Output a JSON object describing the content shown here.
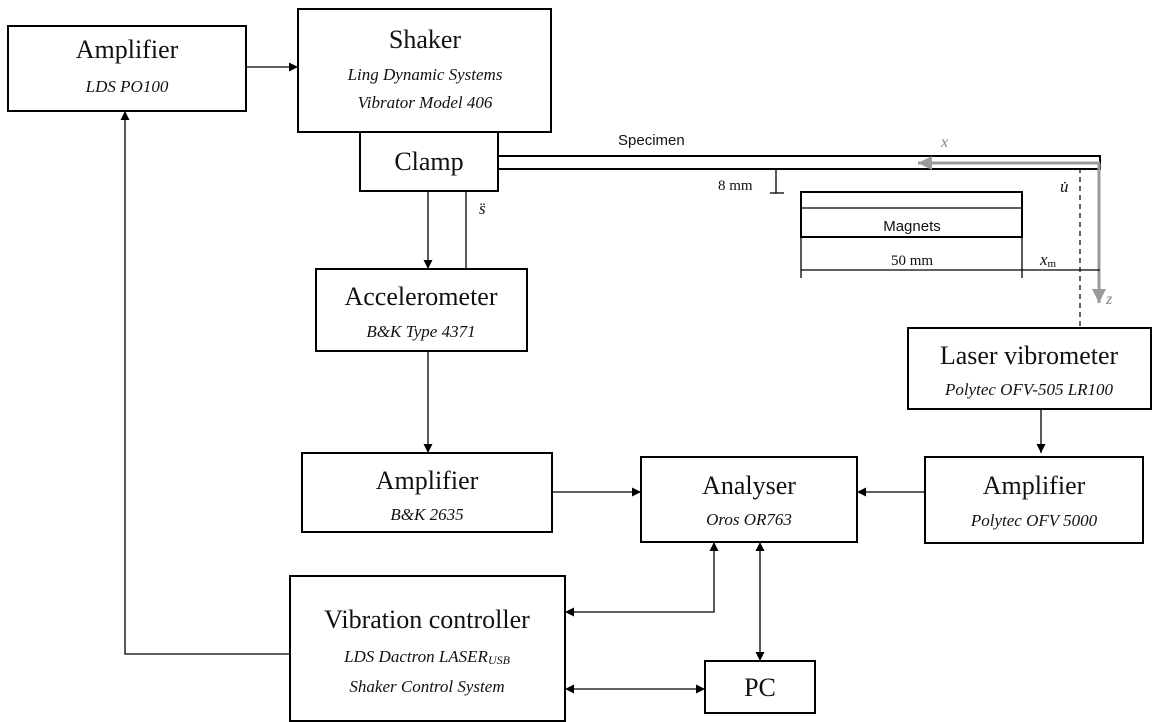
{
  "blocks": {
    "amp_lds": {
      "title": "Amplifier",
      "sub1": "LDS PO100"
    },
    "shaker": {
      "title": "Shaker",
      "sub1": "Ling Dynamic Systems",
      "sub2": "Vibrator Model 406"
    },
    "clamp": {
      "title": "Clamp"
    },
    "accelerometer": {
      "title": "Accelerometer",
      "sub1": "B&K Type 4371"
    },
    "amp_bk": {
      "title": "Amplifier",
      "sub1": "B&K 2635"
    },
    "analyser": {
      "title": "Analyser",
      "sub1": "Oros OR763"
    },
    "laser": {
      "title": "Laser vibrometer",
      "sub1": "Polytec OFV-505 LR100"
    },
    "amp_poly": {
      "title": "Amplifier",
      "sub1": "Polytec OFV 5000"
    },
    "vib_ctrl": {
      "title": "Vibration controller",
      "sub1_main": "LDS Dactron LASER",
      "sub1_script": "USB",
      "sub2": "Shaker Control System"
    },
    "pc": {
      "title": "PC"
    }
  },
  "labels": {
    "specimen": "Specimen",
    "magnets": "Magnets",
    "gap": "8  mm",
    "length": "50 mm",
    "s_ddot": "s̈",
    "u_dot": "u̇",
    "x_axis": "x",
    "z_axis": "z",
    "x_m_main": "x",
    "x_m_sub": "m"
  },
  "colors": {
    "axis": "#9a9a9a",
    "line": "#000000"
  }
}
